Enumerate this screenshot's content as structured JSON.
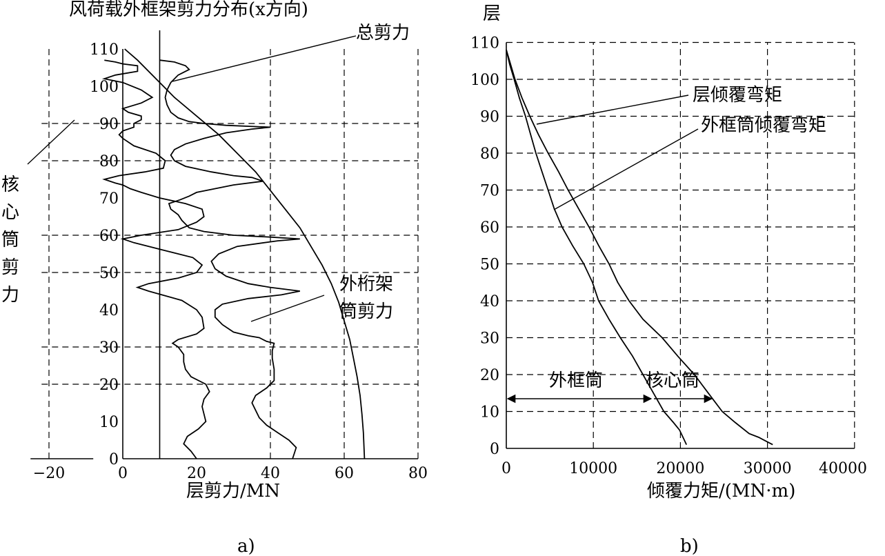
{
  "chart_data": [
    {
      "type": "line",
      "panel_label": "a)",
      "title": "风荷载外框架剪力分布(x方向)",
      "xlabel": "层剪力/MN",
      "ylabel": "核心筒剪力",
      "xticks": [
        "−20",
        "0",
        "20",
        "40",
        "60",
        "80"
      ],
      "yticks": [
        "0",
        "10",
        "20",
        "30",
        "40",
        "50",
        "60",
        "70",
        "80",
        "90",
        "100",
        "110"
      ],
      "xlim": [
        -25,
        80
      ],
      "ylim": [
        0,
        110
      ],
      "grid": true,
      "series": [
        {
          "name": "总剪力",
          "points": [
            [
              0.5,
              110
            ],
            [
              4,
              107
            ],
            [
              9,
              102
            ],
            [
              14,
              97
            ],
            [
              20,
              92
            ],
            [
              26,
              87
            ],
            [
              31,
              82
            ],
            [
              36,
              77
            ],
            [
              40,
              72
            ],
            [
              44,
              67
            ],
            [
              48,
              62
            ],
            [
              51,
              57
            ],
            [
              54,
              52
            ],
            [
              56.5,
              47
            ],
            [
              58.5,
              42
            ],
            [
              60,
              37
            ],
            [
              61.5,
              32
            ],
            [
              62.5,
              27
            ],
            [
              63.5,
              22
            ],
            [
              64.3,
              17
            ],
            [
              64.8,
              12
            ],
            [
              65.2,
              7
            ],
            [
              65.5,
              0
            ]
          ]
        },
        {
          "name": "外桁架筒剪力",
          "points": [
            [
              20,
              0
            ],
            [
              18.5,
              2
            ],
            [
              16.5,
              4
            ],
            [
              17.5,
              6
            ],
            [
              20.5,
              8
            ],
            [
              22.5,
              10
            ],
            [
              22,
              12
            ],
            [
              21.5,
              14
            ],
            [
              22,
              16
            ],
            [
              23.5,
              18
            ],
            [
              22.5,
              20
            ],
            [
              18.5,
              22
            ],
            [
              17,
              24
            ],
            [
              16.5,
              26
            ],
            [
              16.5,
              28
            ],
            [
              15,
              30
            ],
            [
              13.5,
              31
            ],
            [
              15,
              32
            ],
            [
              20,
              33.5
            ],
            [
              22,
              35
            ],
            [
              21.5,
              38
            ],
            [
              20,
              40
            ],
            [
              16,
              42.5
            ],
            [
              7,
              45
            ],
            [
              4,
              46
            ],
            [
              7,
              47
            ],
            [
              15,
              48.5
            ],
            [
              20,
              50
            ],
            [
              21.5,
              52
            ],
            [
              19,
              54
            ],
            [
              11,
              56
            ],
            [
              3,
              58
            ],
            [
              0,
              59
            ],
            [
              5,
              60
            ],
            [
              15,
              61.5
            ],
            [
              20,
              63.5
            ],
            [
              22,
              65
            ],
            [
              21.5,
              67
            ],
            [
              17,
              68.5
            ],
            [
              10,
              70
            ],
            [
              5,
              71.5
            ],
            [
              2,
              72.5
            ],
            [
              0,
              73.5
            ],
            [
              -2,
              74
            ],
            [
              -5,
              75
            ],
            [
              -1,
              76
            ],
            [
              6,
              77
            ],
            [
              11,
              78
            ],
            [
              11.5,
              80
            ],
            [
              9,
              82
            ],
            [
              3,
              84
            ],
            [
              0,
              86
            ],
            [
              -1,
              87
            ],
            [
              0,
              88
            ],
            [
              3,
              89
            ],
            [
              3,
              90
            ],
            [
              5,
              91
            ],
            [
              5,
              92
            ],
            [
              1.5,
              93
            ],
            [
              0,
              94
            ],
            [
              5,
              95.5
            ],
            [
              8,
              97
            ],
            [
              5,
              99
            ],
            [
              0,
              101
            ],
            [
              -5,
              102
            ],
            [
              -2,
              103
            ],
            [
              4,
              104
            ],
            [
              4,
              105.5
            ],
            [
              0,
              106
            ],
            [
              -2,
              106.5
            ],
            [
              -5,
              107
            ]
          ]
        },
        {
          "name": "核心筒剪力",
          "points": [
            [
              46,
              0
            ],
            [
              46.5,
              1.5
            ],
            [
              47,
              3
            ],
            [
              45,
              5
            ],
            [
              42,
              7
            ],
            [
              39,
              9
            ],
            [
              37,
              11
            ],
            [
              36,
              13
            ],
            [
              35,
              15
            ],
            [
              36,
              17
            ],
            [
              39,
              19
            ],
            [
              41,
              21
            ],
            [
              41,
              24
            ],
            [
              40.5,
              27
            ],
            [
              40.5,
              29
            ],
            [
              41,
              31
            ],
            [
              39,
              31.5
            ],
            [
              37,
              32.5
            ],
            [
              34,
              33
            ],
            [
              30,
              34
            ],
            [
              27,
              36
            ],
            [
              25,
              38
            ],
            [
              25,
              40
            ],
            [
              27,
              41.5
            ],
            [
              34,
              43
            ],
            [
              43,
              44
            ],
            [
              48,
              45
            ],
            [
              40,
              46
            ],
            [
              34,
              47
            ],
            [
              28,
              49
            ],
            [
              25,
              51
            ],
            [
              24,
              53
            ],
            [
              26,
              55
            ],
            [
              31,
              57
            ],
            [
              42,
              58.5
            ],
            [
              48,
              59
            ],
            [
              40,
              59.5
            ],
            [
              30,
              60
            ],
            [
              22,
              61
            ],
            [
              18,
              62
            ],
            [
              16,
              64
            ],
            [
              15,
              65.5
            ],
            [
              13,
              67
            ],
            [
              12.5,
              68.5
            ],
            [
              15.5,
              69.5
            ],
            [
              18,
              70.5
            ],
            [
              20,
              71.5
            ],
            [
              25,
              72.5
            ],
            [
              30,
              73.5
            ],
            [
              38,
              74.5
            ],
            [
              35,
              75.5
            ],
            [
              30,
              76
            ],
            [
              24,
              77
            ],
            [
              17,
              78.5
            ],
            [
              14,
              80
            ],
            [
              13,
              81.5
            ],
            [
              14,
              83
            ],
            [
              17,
              84.5
            ],
            [
              22,
              86
            ],
            [
              28,
              87.5
            ],
            [
              35,
              88.5
            ],
            [
              40,
              89
            ],
            [
              28,
              89.5
            ],
            [
              22,
              90
            ],
            [
              18,
              90.5
            ],
            [
              15,
              91.5
            ],
            [
              13,
              93
            ],
            [
              12,
              95
            ],
            [
              11.5,
              97
            ],
            [
              12,
              99
            ],
            [
              13,
              101
            ],
            [
              15,
              103
            ],
            [
              18,
              104.5
            ],
            [
              17,
              105.5
            ],
            [
              14,
              106.5
            ],
            [
              10,
              107
            ]
          ]
        }
      ],
      "annotations": [
        "总剪力",
        "外桁架",
        "筒剪力"
      ]
    },
    {
      "type": "line",
      "panel_label": "b)",
      "xlabel": "倾覆力矩/(MN·m)",
      "ylabel": "层",
      "xticks": [
        "0",
        "10000",
        "20000",
        "30000",
        "40000"
      ],
      "yticks": [
        "0",
        "10",
        "20",
        "30",
        "40",
        "50",
        "60",
        "70",
        "80",
        "90",
        "100",
        "110"
      ],
      "xlim": [
        0,
        40000
      ],
      "ylim": [
        0,
        110
      ],
      "grid": true,
      "series": [
        {
          "name": "层倾覆弯矩",
          "points": [
            [
              0,
              108
            ],
            [
              500,
              104
            ],
            [
              1000,
              100
            ],
            [
              1800,
              95
            ],
            [
              2700,
              90
            ],
            [
              3700,
              85
            ],
            [
              4800,
              80
            ],
            [
              6000,
              75
            ],
            [
              7100,
              70
            ],
            [
              8300,
              65
            ],
            [
              9500,
              60
            ],
            [
              10600,
              55
            ],
            [
              11800,
              50
            ],
            [
              12800,
              45
            ],
            [
              14100,
              40
            ],
            [
              15700,
              35
            ],
            [
              17900,
              30
            ],
            [
              19700,
              25
            ],
            [
              21600,
              20
            ],
            [
              23200,
              15
            ],
            [
              24800,
              10
            ],
            [
              26300,
              7
            ],
            [
              27900,
              4
            ],
            [
              29000,
              3
            ],
            [
              29800,
              2
            ],
            [
              30600,
              1
            ]
          ]
        },
        {
          "name": "外框筒倾覆弯矩",
          "points": [
            [
              0,
              108
            ],
            [
              400,
              104
            ],
            [
              900,
              100
            ],
            [
              1500,
              95
            ],
            [
              2200,
              90
            ],
            [
              2800,
              85
            ],
            [
              3400,
              80
            ],
            [
              4100,
              75
            ],
            [
              4800,
              70
            ],
            [
              5500,
              65
            ],
            [
              6400,
              60
            ],
            [
              7600,
              55
            ],
            [
              8900,
              50
            ],
            [
              9900,
              45
            ],
            [
              10600,
              40
            ],
            [
              11800,
              35
            ],
            [
              13100,
              30
            ],
            [
              14500,
              25
            ],
            [
              15700,
              20
            ],
            [
              16900,
              15
            ],
            [
              18100,
              10
            ],
            [
              19200,
              7
            ],
            [
              19900,
              5
            ],
            [
              20300,
              3
            ],
            [
              20700,
              1
            ]
          ]
        }
      ],
      "annotations": [
        "层倾覆弯矩",
        "外框筒倾覆弯矩",
        "外框筒",
        "核心筒"
      ]
    }
  ]
}
